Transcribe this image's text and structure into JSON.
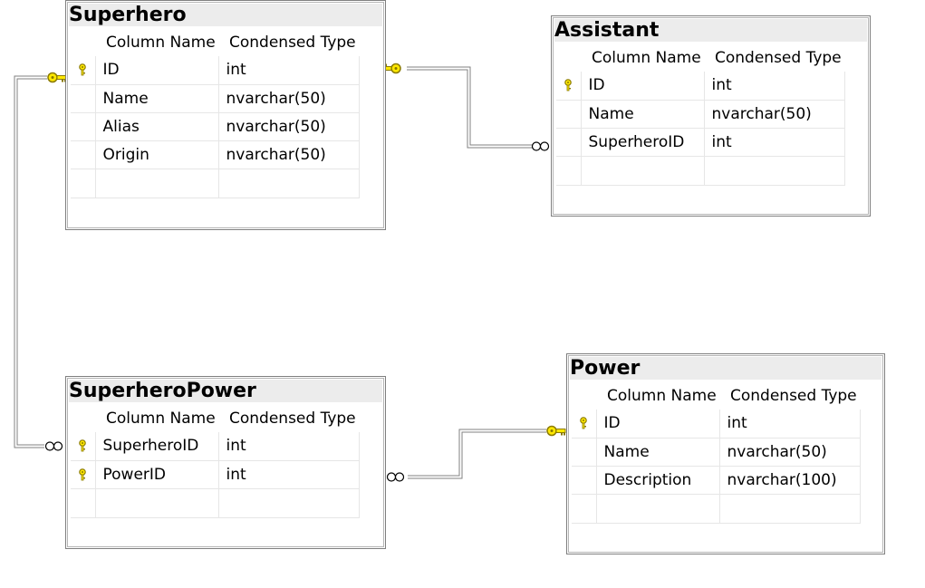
{
  "tables": [
    {
      "name": "Superhero",
      "column_header": "Column Name",
      "type_header": "Condensed Type",
      "rows": [
        {
          "key": true,
          "name": "ID",
          "type": "int"
        },
        {
          "key": false,
          "name": "Name",
          "type": "nvarchar(50)"
        },
        {
          "key": false,
          "name": "Alias",
          "type": "nvarchar(50)"
        },
        {
          "key": false,
          "name": "Origin",
          "type": "nvarchar(50)"
        },
        {
          "key": false,
          "name": "",
          "type": ""
        }
      ]
    },
    {
      "name": "Assistant",
      "column_header": "Column Name",
      "type_header": "Condensed Type",
      "rows": [
        {
          "key": true,
          "name": "ID",
          "type": "int"
        },
        {
          "key": false,
          "name": "Name",
          "type": "nvarchar(50)"
        },
        {
          "key": false,
          "name": "SuperheroID",
          "type": "int"
        },
        {
          "key": false,
          "name": "",
          "type": ""
        }
      ]
    },
    {
      "name": "SuperheroPower",
      "column_header": "Column Name",
      "type_header": "Condensed Type",
      "rows": [
        {
          "key": true,
          "name": "SuperheroID",
          "type": "int"
        },
        {
          "key": true,
          "name": "PowerID",
          "type": "int"
        },
        {
          "key": false,
          "name": "",
          "type": ""
        }
      ]
    },
    {
      "name": "Power",
      "column_header": "Column Name",
      "type_header": "Condensed Type",
      "rows": [
        {
          "key": true,
          "name": "ID",
          "type": "int"
        },
        {
          "key": false,
          "name": "Name",
          "type": "nvarchar(50)"
        },
        {
          "key": false,
          "name": "Description",
          "type": "nvarchar(100)"
        },
        {
          "key": false,
          "name": "",
          "type": ""
        }
      ]
    }
  ],
  "relationships": [
    {
      "one": "Superhero",
      "many": "Assistant"
    },
    {
      "one": "Superhero",
      "many": "SuperheroPower"
    },
    {
      "one": "Power",
      "many": "SuperheroPower"
    }
  ],
  "colors": {
    "key_fill": "#ffe800",
    "key_outline": "#8a7a00",
    "connector": "#808080"
  }
}
